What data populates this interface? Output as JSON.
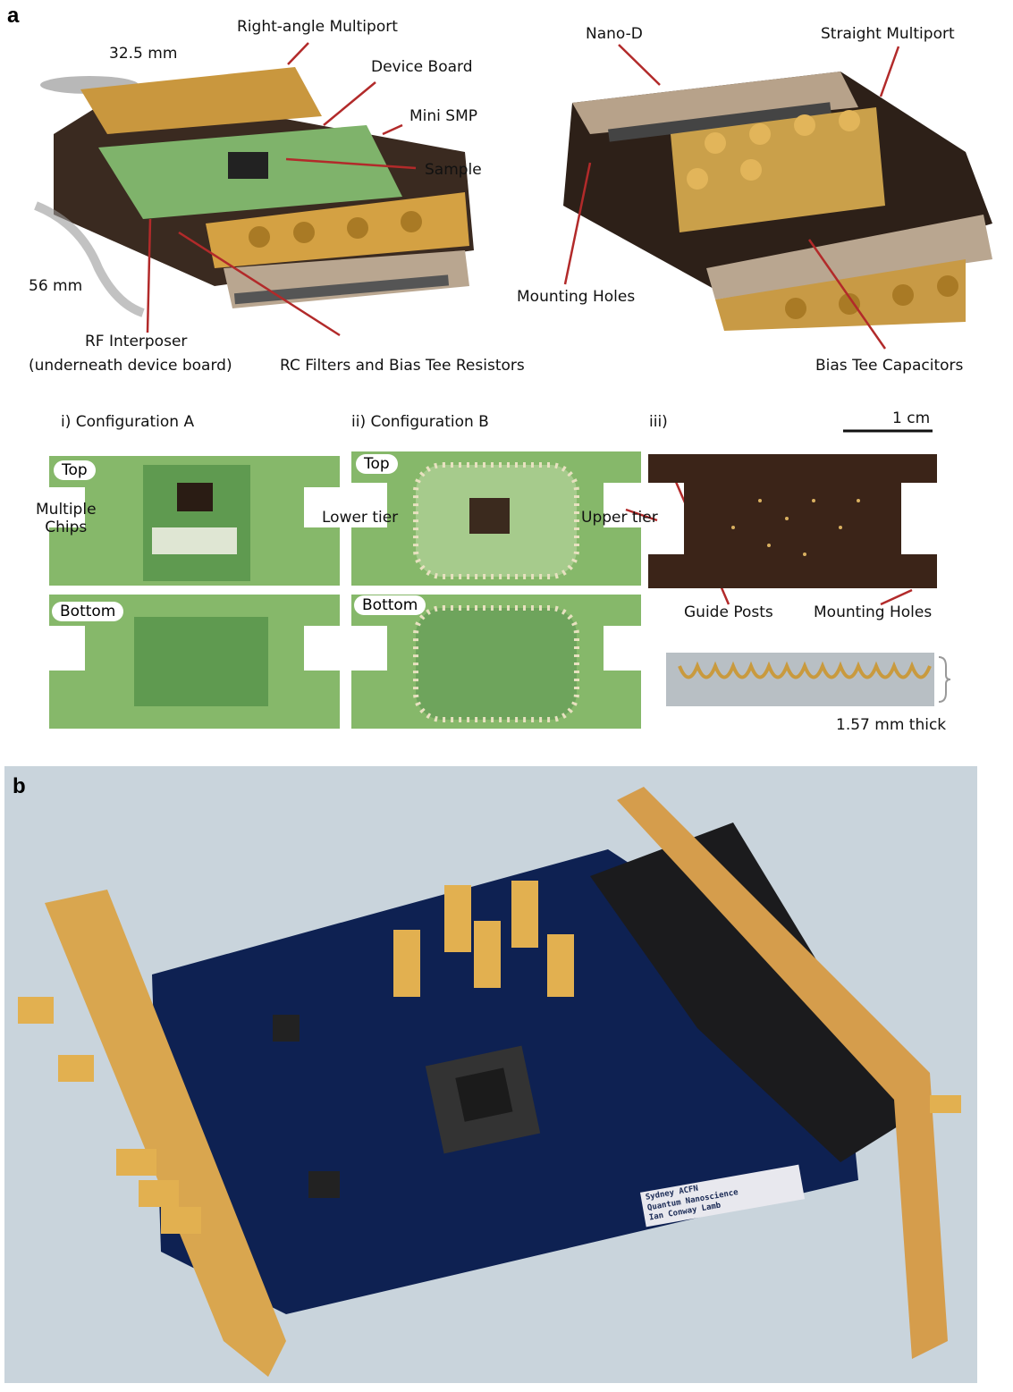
{
  "panel_a": {
    "letter": "a",
    "top_left": {
      "labels": {
        "right_angle_multiport": "Right-angle Multiport",
        "width_dim": "32.5 mm",
        "device_board": "Device Board",
        "mini_smp": "Mini SMP",
        "sample": "Sample",
        "length_dim": "56 mm",
        "rf_interposer": "RF Interposer",
        "rf_interposer_note": "(underneath device board)",
        "rc_filters": "RC Filters and Bias Tee Resistors"
      }
    },
    "top_right": {
      "labels": {
        "nano_d": "Nano-D",
        "straight_multiport": "Straight Multiport",
        "mounting_holes": "Mounting Holes",
        "bias_tee_capacitors": "Bias Tee Capacitors"
      }
    },
    "configs": {
      "config_a": "i)  Configuration A",
      "config_b": "ii)  Configuration B",
      "config_c": "iii)",
      "scale_bar": "1 cm",
      "top": "Top",
      "bottom": "Bottom",
      "multiple_chips": "Multiple\nChips",
      "lower_tier": "Lower tier",
      "upper_tier": "Upper tier",
      "guide_posts": "Guide Posts",
      "mounting_holes": "Mounting Holes",
      "thickness": "1.57 mm thick"
    }
  },
  "panel_b": {
    "letter": "b",
    "pcb_label": [
      "Sydney            ACFN",
      "Quantum Nanoscience",
      "Ian Conway Lamb"
    ]
  },
  "colors": {
    "pcb_green": "#86b86a",
    "gold": "#d7a54a",
    "pcb_blue": "#0e2152",
    "bg_b": "#c9d4dc"
  }
}
